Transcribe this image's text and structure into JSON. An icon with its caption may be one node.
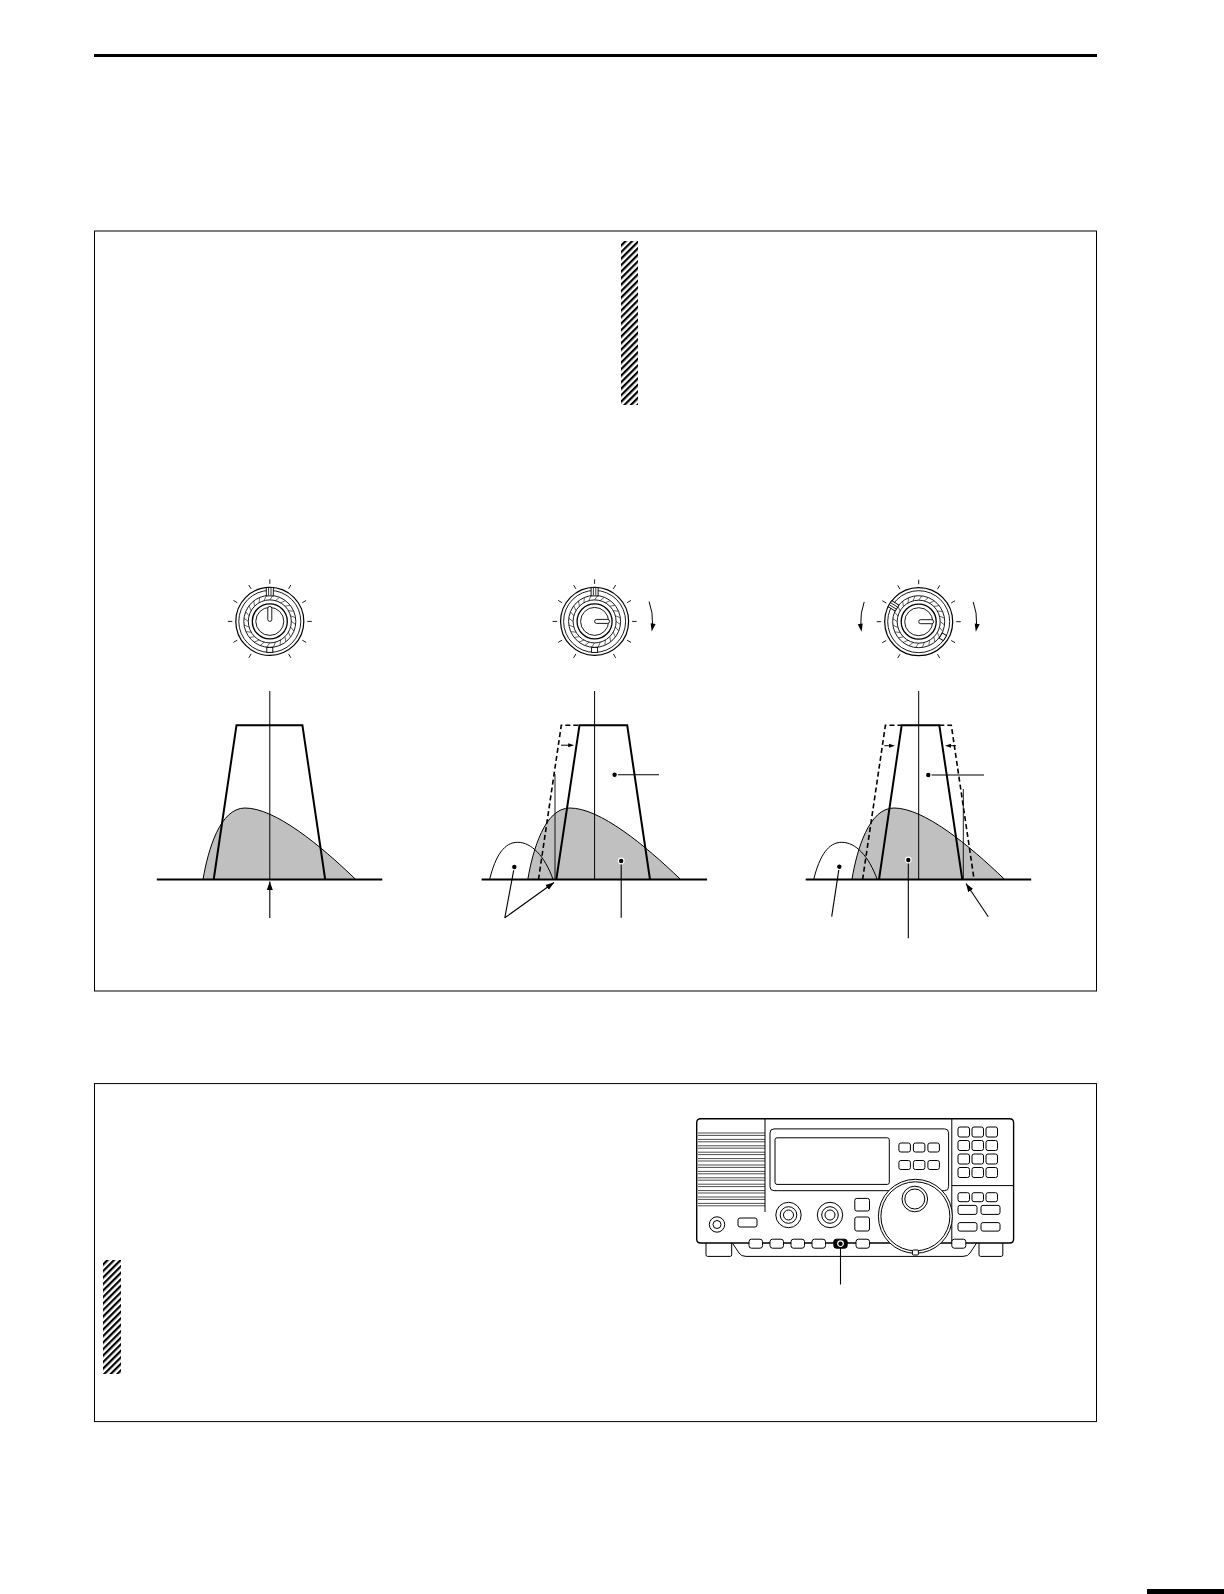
{
  "diagram": {
    "nodes": [
      {
        "text": [],
        "shape": "box"
      },
      {
        "text": [],
        "shape": "bar",
        "in": 0
      },
      {
        "text": [],
        "shape": "picture",
        "in": 0
      },
      {
        "text": [],
        "shape": "trapezoid",
        "in": 2
      },
      {
        "text": [],
        "shape": "curve",
        "in": 2
      },
      {
        "text": [],
        "shape": "picture",
        "in": 0
      },
      {
        "text": [],
        "shape": "curve",
        "in": 5
      },
      {
        "text": [],
        "shape": "trapezoid",
        "in": 5
      },
      {
        "text": [],
        "shape": "curve",
        "in": 5
      },
      {
        "text": [],
        "shape": "picture",
        "in": 0
      },
      {
        "text": [],
        "shape": "curve",
        "in": 9
      },
      {
        "text": [],
        "shape": "trapezoid",
        "in": 9
      },
      {
        "text": [],
        "shape": "curve",
        "in": 9
      },
      {
        "text": [],
        "shape": "box"
      },
      {
        "text": [],
        "shape": "picture",
        "in": 13
      },
      {
        "text": [],
        "shape": "box",
        "in": 14
      },
      {
        "text": [],
        "shape": "bar",
        "in": 13
      }
    ],
    "edges": [
      {
        "from": null,
        "to": 3,
        "arrow": "to"
      },
      {
        "from": null,
        "to": 7,
        "arrow": "other"
      },
      {
        "from": null,
        "to": 6,
        "arrow": "other"
      },
      {
        "from": null,
        "to": 7,
        "arrow": "to"
      },
      {
        "from": null,
        "to": 8,
        "arrow": "other"
      },
      {
        "from": null,
        "to": 11,
        "arrow": "other"
      },
      {
        "from": null,
        "to": 10,
        "arrow": "other"
      },
      {
        "from": null,
        "to": 12,
        "arrow": "other"
      },
      {
        "from": null,
        "to": 11,
        "arrow": "to"
      },
      {
        "from": null,
        "to": 15,
        "arrow": "other"
      }
    ]
  }
}
